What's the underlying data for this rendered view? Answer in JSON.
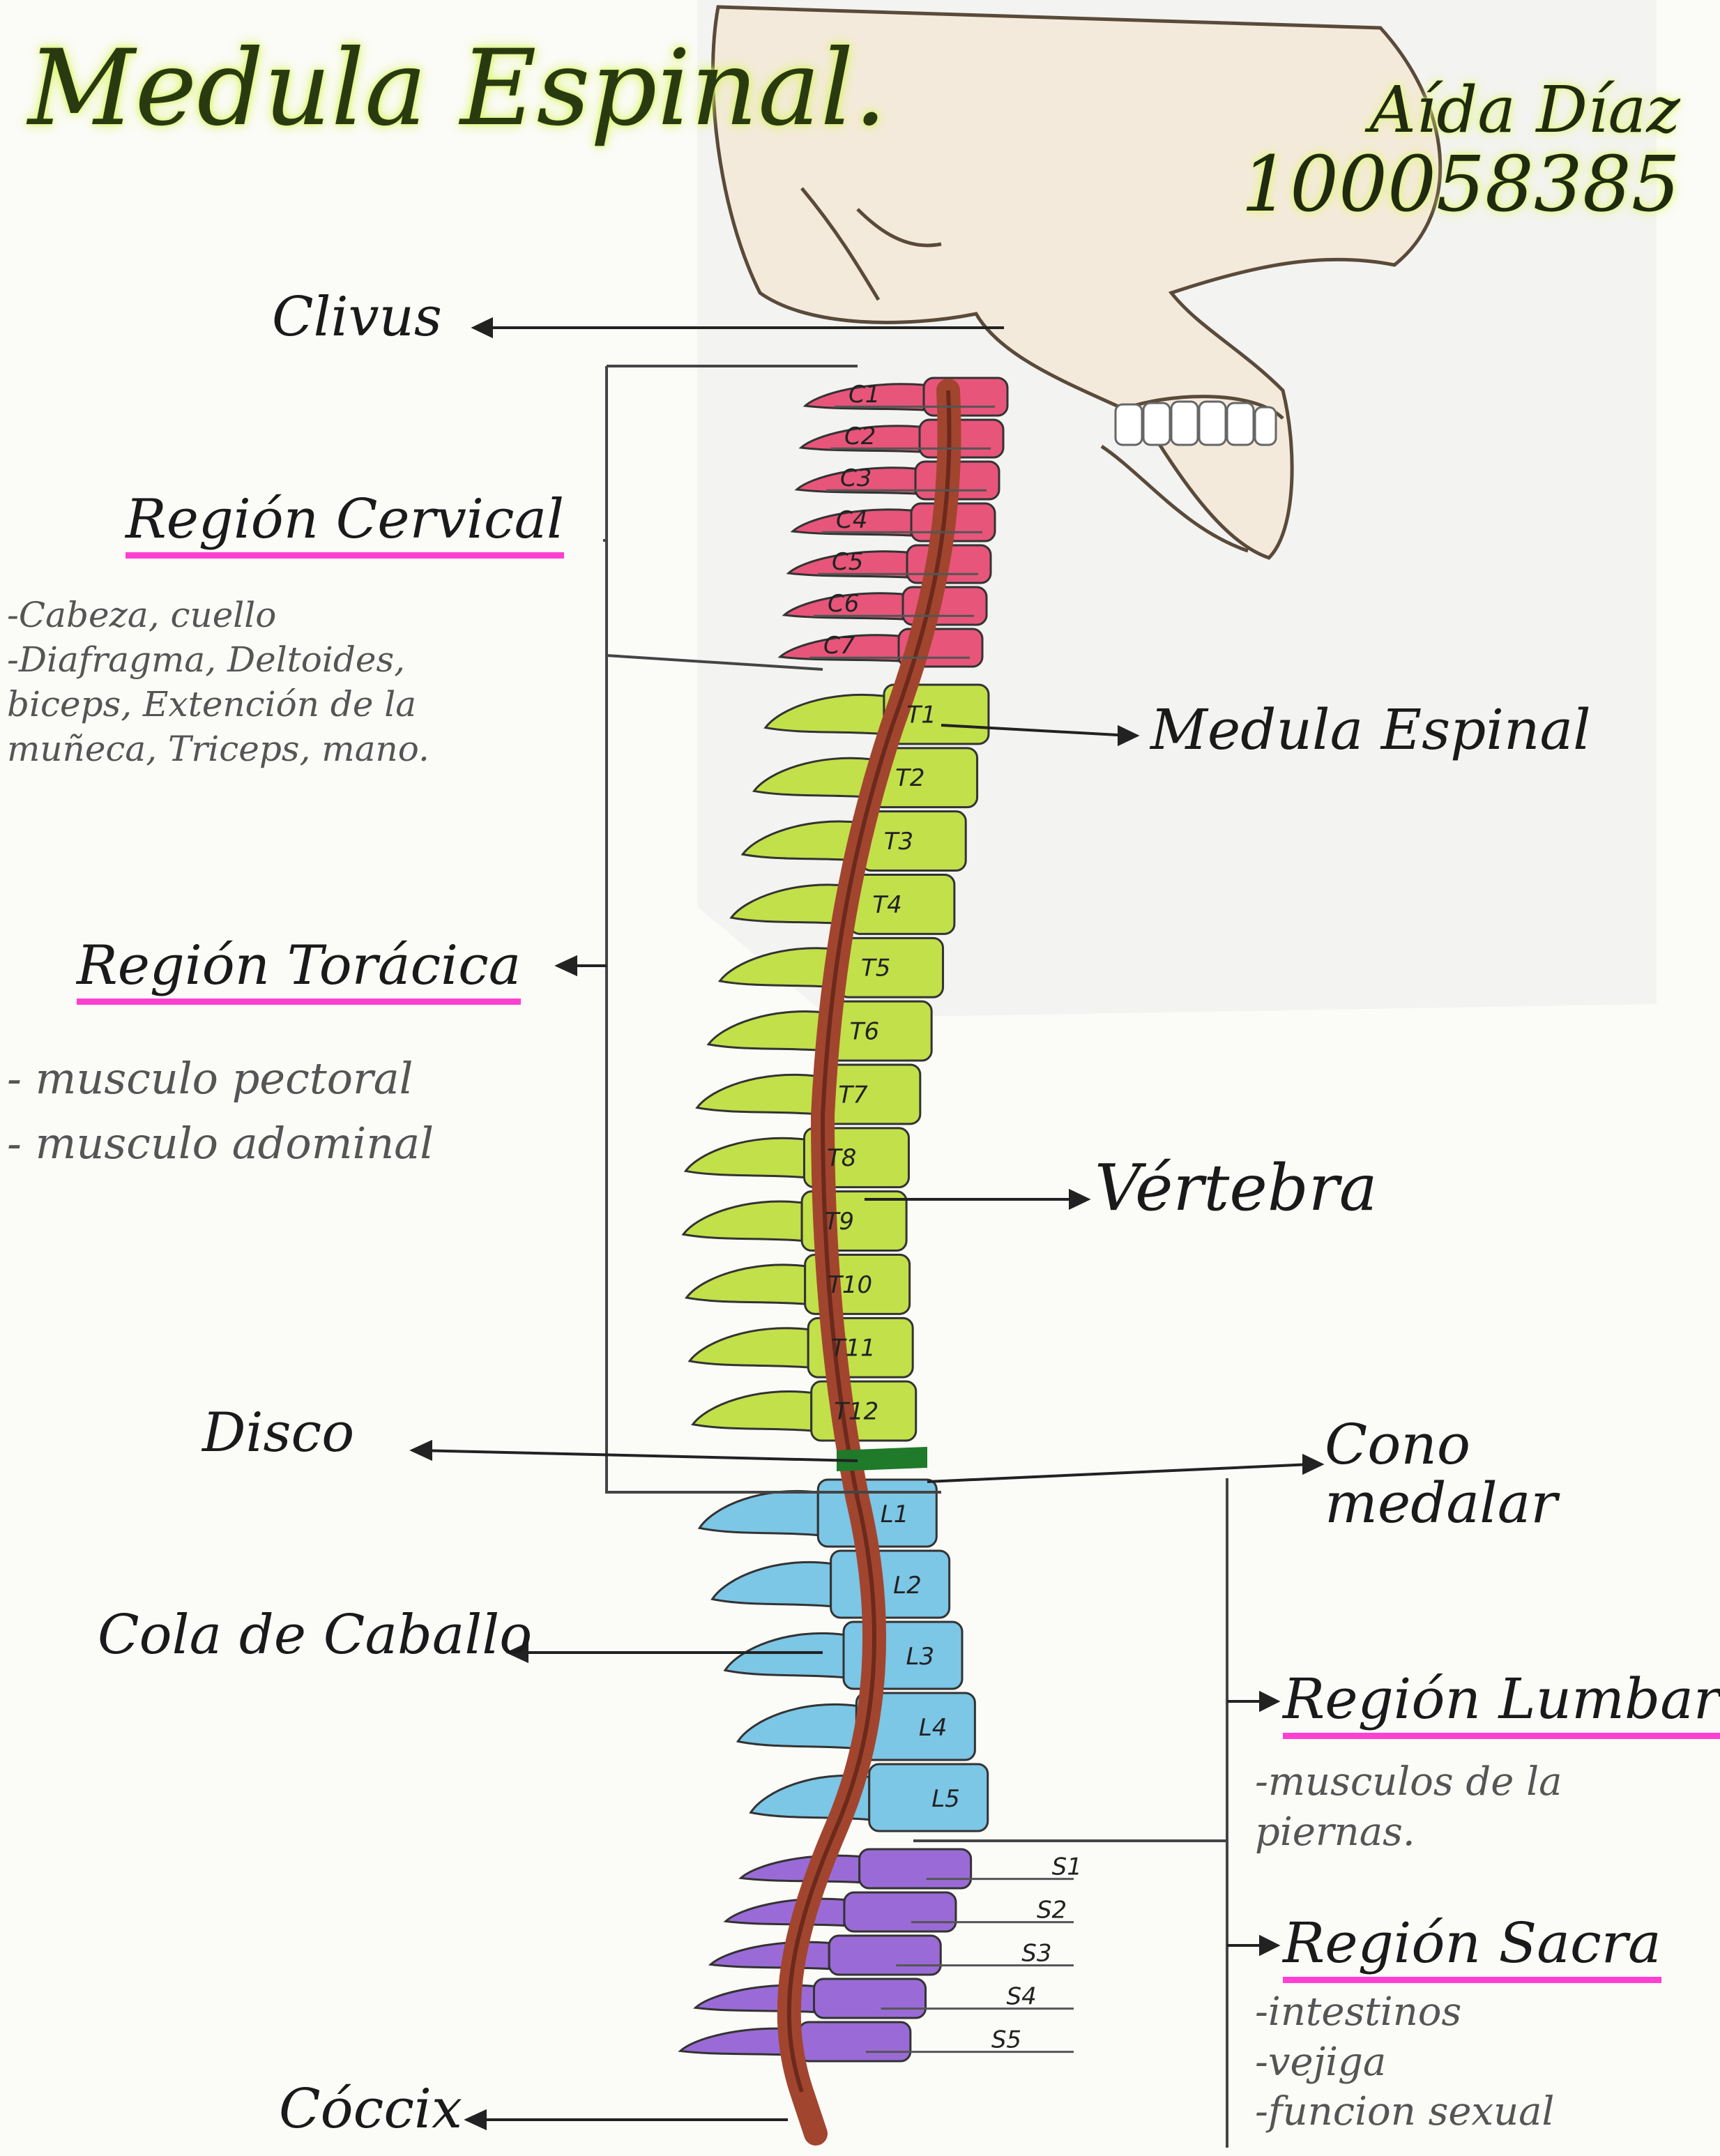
{
  "title": "Medula Espinal.",
  "author": {
    "name": "Aída Díaz",
    "id": "100058385"
  },
  "labels": {
    "clivus": "Clivus",
    "medula_espinal": "Medula Espinal",
    "vertebra": "Vértebra",
    "disco": "Disco",
    "cono_medular": [
      "Cono",
      "medalar"
    ],
    "cola_de_caballo": "Cola de Caballo",
    "coccix": "Cóccix"
  },
  "regions": {
    "cervical": {
      "title": "Región Cervical",
      "notes": [
        "-Cabeza, cuello",
        "-Diafragma, Deltoides,",
        "biceps, Extención de la",
        "muñeca, Triceps, mano."
      ]
    },
    "toracica": {
      "title": "Región Torácica",
      "notes": [
        "- musculo pectoral",
        "- musculo adominal"
      ]
    },
    "lumbar": {
      "title": "Región Lumbar",
      "notes": [
        "-musculos de la",
        "piernas."
      ]
    },
    "sacra": {
      "title": "Región Sacra",
      "notes": [
        "-intestinos",
        "-vejiga",
        "-funcion sexual"
      ]
    }
  },
  "vertebrae": {
    "cervical": [
      "C1",
      "C2",
      "C3",
      "C4",
      "C5",
      "C6",
      "C7"
    ],
    "thoracic": [
      "T1",
      "T2",
      "T3",
      "T4",
      "T5",
      "T6",
      "T7",
      "T8",
      "T9",
      "T10",
      "T11",
      "T12"
    ],
    "lumbar": [
      "L1",
      "L2",
      "L3",
      "L4",
      "L5"
    ],
    "sacral": [
      "S1",
      "S2",
      "S3",
      "S4",
      "S5"
    ]
  },
  "colors": {
    "cervical": "#e8557a",
    "thoracic": "#c2e04a",
    "lumbar": "#7cc6e6",
    "sacral": "#9a6bd6",
    "cord": "#a2452f",
    "disc": "#1f7a2a",
    "highlight_green": "#d6f55a",
    "underline_pink": "#ff3fd2"
  }
}
